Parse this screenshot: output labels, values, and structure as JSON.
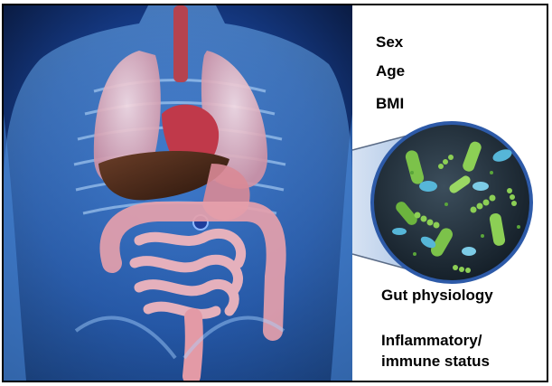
{
  "labels": {
    "sex": "Sex",
    "age": "Age",
    "bmi": "BMI",
    "gut_physiology": "Gut physiology",
    "inflammatory_line1": "Inflammatory/",
    "inflammatory_line2": "immune status"
  },
  "colors": {
    "background_dark": "#0a1a40",
    "body_blue": "#3a7fd0",
    "lung_pink": "#e8b8c4",
    "liver_brown": "#4a2a1a",
    "intestine_pink": "#e09aa4",
    "lens_dark": "#1c2a36",
    "bacteria_green": "#7cc24a",
    "bacteria_blue": "#56b6d8"
  },
  "icons": {
    "illustration": "human-torso-organs",
    "lens": "gut-microbiota-magnifier"
  }
}
